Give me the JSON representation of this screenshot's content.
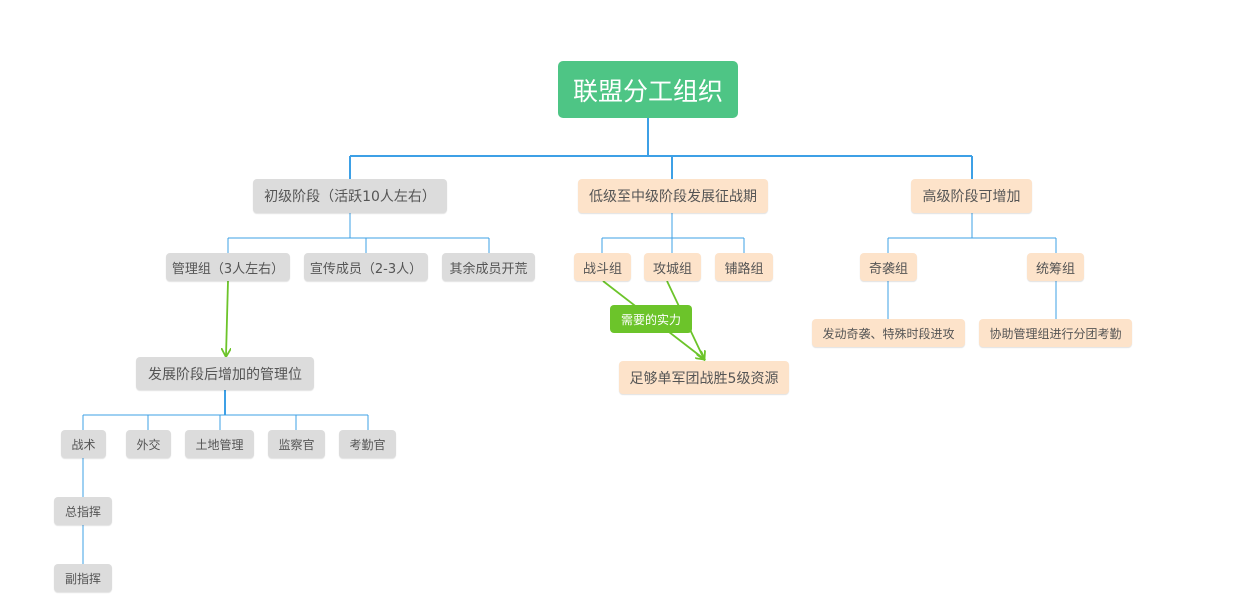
{
  "mindmap": {
    "root": "联盟分工组织",
    "branch1": {
      "title": "初级阶段（活跃10人左右）",
      "management": "管理组（3人左右）",
      "propaganda": "宣传成员（2-3人）",
      "others": "其余成员开荒",
      "later_positions": {
        "title": "发展阶段后增加的管理位",
        "tactics": "战术",
        "commander": "总指挥",
        "vice_commander": "副指挥",
        "diplomacy": "外交",
        "land_management": "土地管理",
        "supervisor": "监察官",
        "attendance": "考勤官"
      }
    },
    "branch2": {
      "title": "低级至中级阶段发展征战期",
      "combat": "战斗组",
      "siege": "攻城组",
      "road": "铺路组",
      "requirement": "足够单军团战胜5级资源"
    },
    "branch3": {
      "title": "高级阶段可增加",
      "raid": "奇袭组",
      "raid_desc": "发动奇袭、特殊时段进攻",
      "coordination": "统筹组",
      "coordination_desc": "协助管理组进行分团考勤"
    },
    "relationship_label": "需要的实力"
  },
  "colors": {
    "root": "#4ec585",
    "tree_line": "#3da0e6",
    "relationship": "#6cc42a",
    "gray_node": "#dcdcdc",
    "peach_node": "#fde3ca"
  }
}
